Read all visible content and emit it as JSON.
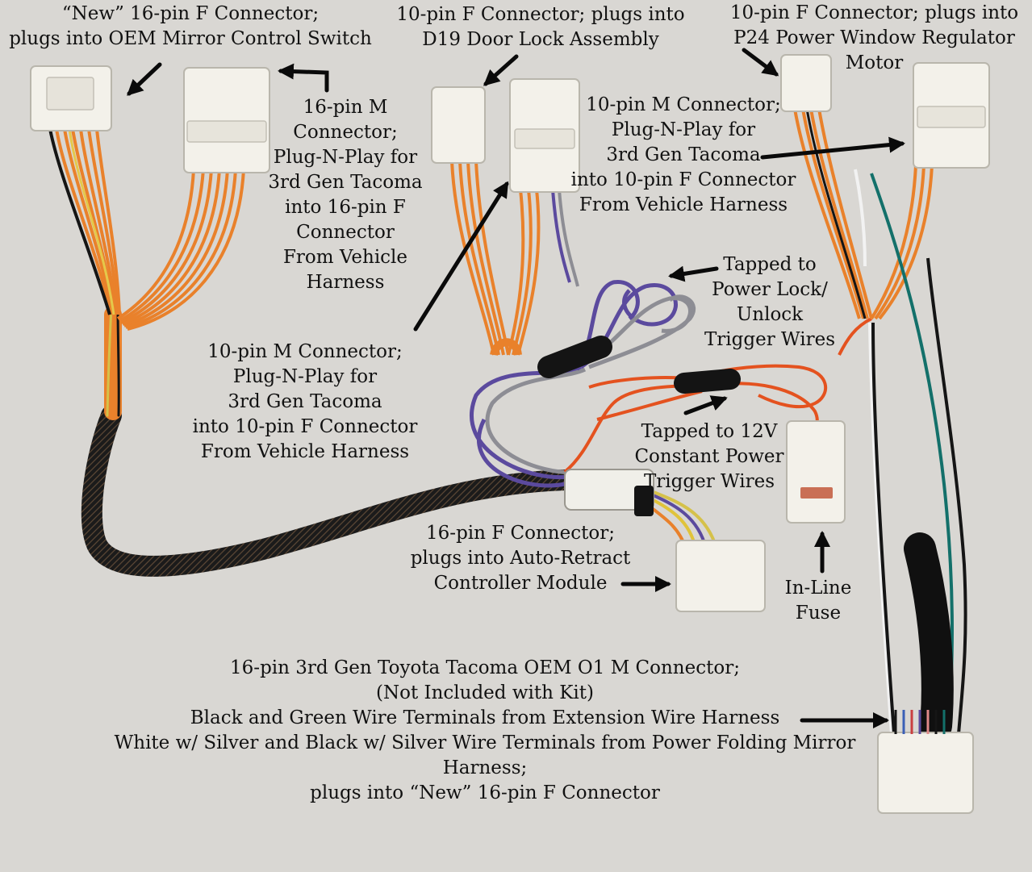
{
  "colors": {
    "background": "#d9d7d3",
    "orange_wire": "#e9812b",
    "red_wire": "#e4521f",
    "purple_wire": "#5b4a9e",
    "gray_wire": "#8d8d94",
    "black_wire": "#151515",
    "green_wire": "#13706a",
    "white_wire": "#f2f2f2",
    "connector": "#f3f1ea",
    "arrow": "#0a0a0a"
  },
  "labels": {
    "new_16pin_f": [
      "“New” 16-pin F Connector;",
      "plugs into OEM Mirror Control Switch"
    ],
    "pin16_m": [
      "16-pin M",
      "Connector;",
      "Plug-N-Play for",
      "3rd Gen Tacoma",
      "into 16-pin F",
      "Connector",
      "From Vehicle",
      "Harness"
    ],
    "pin10_f_d19": [
      "10-pin F Connector; plugs into",
      "D19 Door Lock Assembly"
    ],
    "pin10_f_p24": [
      "10-pin F Connector; plugs into",
      "P24 Power Window Regulator",
      "Motor"
    ],
    "pin10_m_right": [
      "10-pin M Connector;",
      "Plug-N-Play for",
      "3rd Gen Tacoma",
      "into 10-pin F Connector",
      "From Vehicle Harness"
    ],
    "tapped_lock": [
      "Tapped to",
      "Power Lock/",
      "Unlock",
      "Trigger Wires"
    ],
    "pin10_m_center": [
      "10-pin M Connector;",
      "Plug-N-Play for",
      "3rd Gen Tacoma",
      "into 10-pin F Connector",
      "From Vehicle Harness"
    ],
    "tapped_12v": [
      "Tapped to 12V",
      "Constant Power",
      "Trigger Wires"
    ],
    "pin16_f_auto": [
      "16-pin F Connector;",
      "plugs into Auto-Retract",
      "Controller Module"
    ],
    "inline_fuse": [
      "In-Line",
      "Fuse"
    ],
    "bottom": [
      "16-pin 3rd Gen Toyota Tacoma OEM O1 M Connector;",
      "(Not Included with Kit)",
      "Black and Green Wire Terminals from Extension Wire Harness",
      "White w/ Silver and Black w/ Silver Wire Terminals from Power Folding Mirror",
      "Harness;",
      "plugs into “New” 16-pin F Connector"
    ]
  }
}
